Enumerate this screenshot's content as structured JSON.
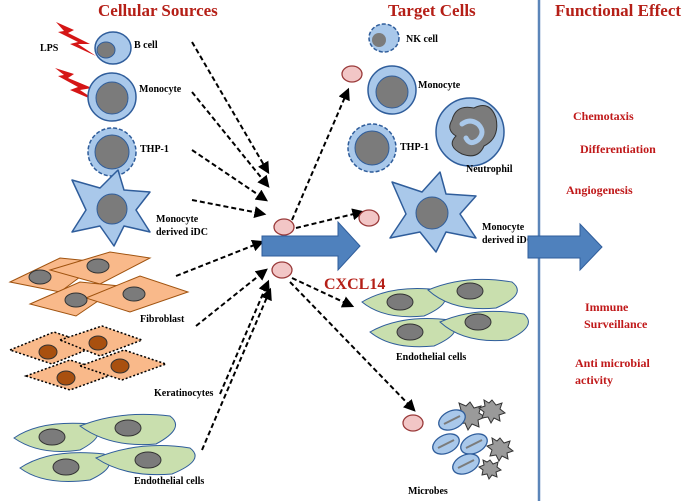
{
  "headers": {
    "sources": "Cellular Sources",
    "targets": "Target Cells",
    "effect": "Functional Effect"
  },
  "sources": {
    "lps": "LPS",
    "b_cell": "B cell",
    "monocyte": "Monocyte",
    "thp1": "THP-1",
    "idc_line1": "Monocyte",
    "idc_line2": "derived iDC",
    "fibroblast": "Fibroblast",
    "keratinocytes": "Keratinocytes",
    "endothelial": "Endothelial cells"
  },
  "center": {
    "chemokine": "CXCL14"
  },
  "targets": {
    "nk_cell": "NK cell",
    "monocyte": "Monocyte",
    "thp1": "THP-1",
    "neutrophil": "Neutrophil",
    "idc_line1": "Monocyte",
    "idc_line2": "derived iDC",
    "endothelial": "Endothelial cells",
    "microbes": "Microbes"
  },
  "effects": {
    "chemotaxis": "Chemotaxis",
    "differentiation": "Differentiation",
    "angiogenesis": "Angiogenesis",
    "immune_line1": "Immune",
    "immune_line2": "Surveillance",
    "antimicrobial_line1": "Anti microbial",
    "antimicrobial_line2": "activity"
  },
  "colors": {
    "header_red": "#b51f17",
    "cell_blue": "#a9c8ea",
    "cell_blue_border": "#2f5d9b",
    "nucleus_gray": "#7b7b7b",
    "fibroblast_orange": "#f9b98a",
    "keratinocyte_nucleus": "#a9500f",
    "endothelial_green": "#c9dfae",
    "chemokine_pink": "#f2c6c6",
    "arrow_blue": "#4f81bd",
    "divider_blue": "#5b85b9",
    "lightning_red": "#d51616"
  }
}
